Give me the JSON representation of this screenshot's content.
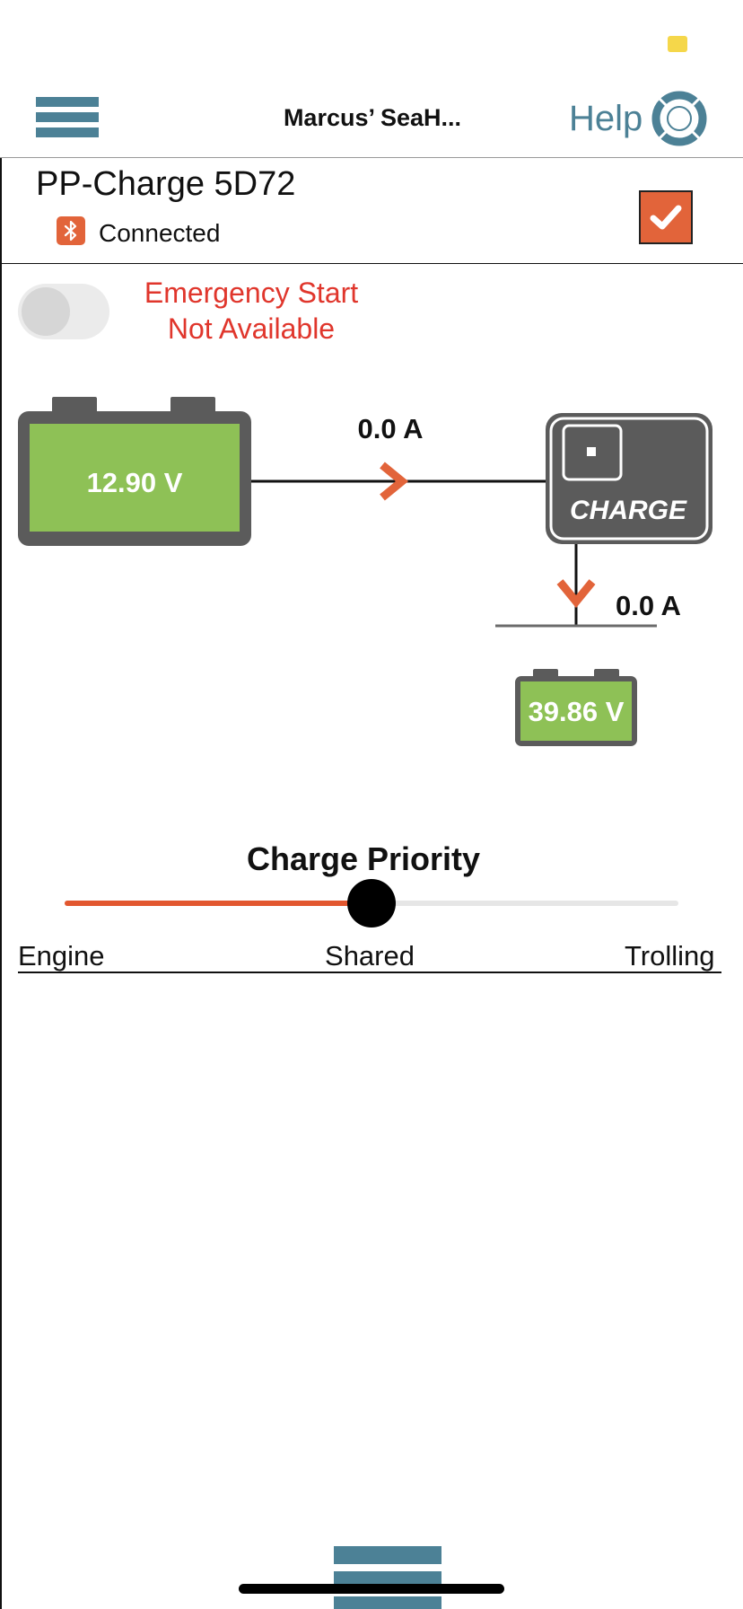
{
  "header": {
    "title": "Marcus’ SeaH...",
    "help_label": "Help"
  },
  "device": {
    "name": "PP-Charge 5D72",
    "connection_status": "Connected",
    "selected": true
  },
  "emergency": {
    "enabled": false,
    "line1": "Emergency Start",
    "line2": "Not Available"
  },
  "diagram": {
    "main_battery_voltage": "12.90 V",
    "main_current": "0.0 A",
    "charger_label": "CHARGE",
    "secondary_current": "0.0 A",
    "secondary_battery_voltage": "39.86 V"
  },
  "charge_priority": {
    "title": "Charge Priority",
    "options": [
      "Engine",
      "Shared",
      "Trolling"
    ],
    "selected": "Shared",
    "level": 0.5
  },
  "colors": {
    "accent": "#e2643a",
    "brand_blue": "#4c8196",
    "battery_green": "#8ec156",
    "battery_gray": "#5b5b5b",
    "warning_red": "#e0362c"
  }
}
